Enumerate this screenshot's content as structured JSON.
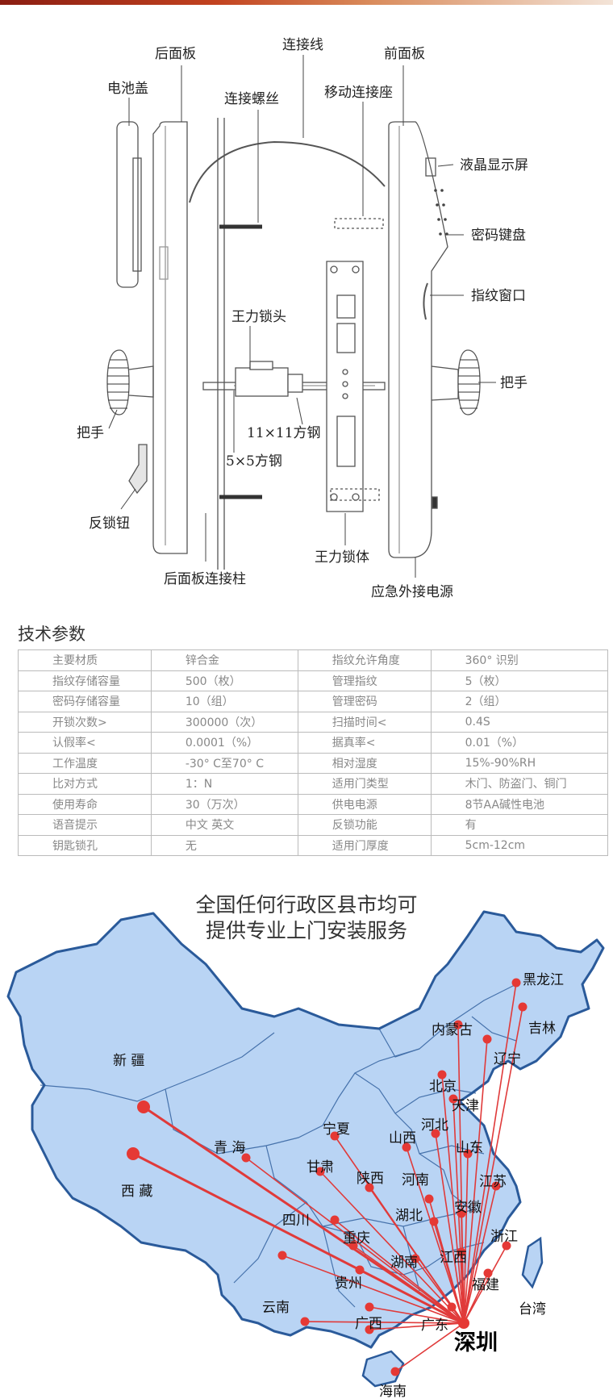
{
  "diagram": {
    "labels": {
      "back_panel": "后面板",
      "connect_wire": "连接线",
      "front_panel": "前面板",
      "battery_cover": "电池盖",
      "connect_screw": "连接螺丝",
      "moving_seat": "移动连接座",
      "lcd_screen": "液晶显示屏",
      "keypad": "密码键盘",
      "fingerprint_window": "指纹窗口",
      "lock_cylinder": "王力锁头",
      "handle_right": "把手",
      "handle_left": "把手",
      "steel_11": "11×11方钢",
      "steel_5": "5×5方钢",
      "reverse_lock": "反锁钮",
      "lock_body": "王力锁体",
      "back_post": "后面板连接柱",
      "emergency_power": "应急外接电源"
    }
  },
  "specs": {
    "title": "技术参数",
    "rows": [
      [
        "主要材质",
        "锌合金",
        "指纹允许角度",
        "360° 识别"
      ],
      [
        "指纹存储容量",
        "500（枚）",
        "管理指纹",
        "5（枚）"
      ],
      [
        "密码存储容量",
        "10（组）",
        "管理密码",
        "2（组）"
      ],
      [
        "开锁次数>",
        "300000（次）",
        "扫描时间<",
        "0.4S"
      ],
      [
        "认假率<",
        "0.0001（%）",
        "据真率<",
        "0.01（%）"
      ],
      [
        "工作温度",
        "-30° C至70° C",
        "相对湿度",
        "15%-90%RH"
      ],
      [
        "比对方式",
        "1：N",
        "适用门类型",
        "木门、防盗门、铜门"
      ],
      [
        "使用寿命",
        "30（万次）",
        "供电电源",
        "8节AA碱性电池"
      ],
      [
        "语音提示",
        "中文 英文",
        "反锁功能",
        "有"
      ],
      [
        "钥匙锁孔",
        "无",
        "适用门厚度",
        "5cm-12cm"
      ]
    ]
  },
  "map": {
    "title_line1": "全国任何行政区县市均可",
    "title_line2": "提供专业上门安装服务",
    "hub": "深圳",
    "colors": {
      "land": "#b9d4f4",
      "border": "#2a5a9a",
      "line": "#e03a3a",
      "dot": "#e53935"
    },
    "provinces": {
      "heilongjiang": "黑龙江",
      "jilin": "吉林",
      "liaoning": "辽宁",
      "neimenggu": "内蒙古",
      "xinjiang": "新 疆",
      "xizang": "西 藏",
      "qinghai": "青 海",
      "gansu": "甘肃",
      "ningxia": "宁夏",
      "beijing": "北京",
      "tianjin": "天津",
      "hebei": "河北",
      "shanxi": "山西",
      "shandong": "山东",
      "shaanxi": "陕西",
      "henan": "河南",
      "jiangsu": "江苏",
      "anhui": "安徽",
      "hubei": "湖北",
      "sichuan": "四川",
      "chongqing": "重庆",
      "zhejiang": "浙江",
      "hunan": "湖南",
      "jiangxi": "江西",
      "guizhou": "贵州",
      "fujian": "福建",
      "yunnan": "云南",
      "guangxi": "广西",
      "guangdong": "广东",
      "taiwan": "台湾",
      "hainan": "海南"
    }
  }
}
